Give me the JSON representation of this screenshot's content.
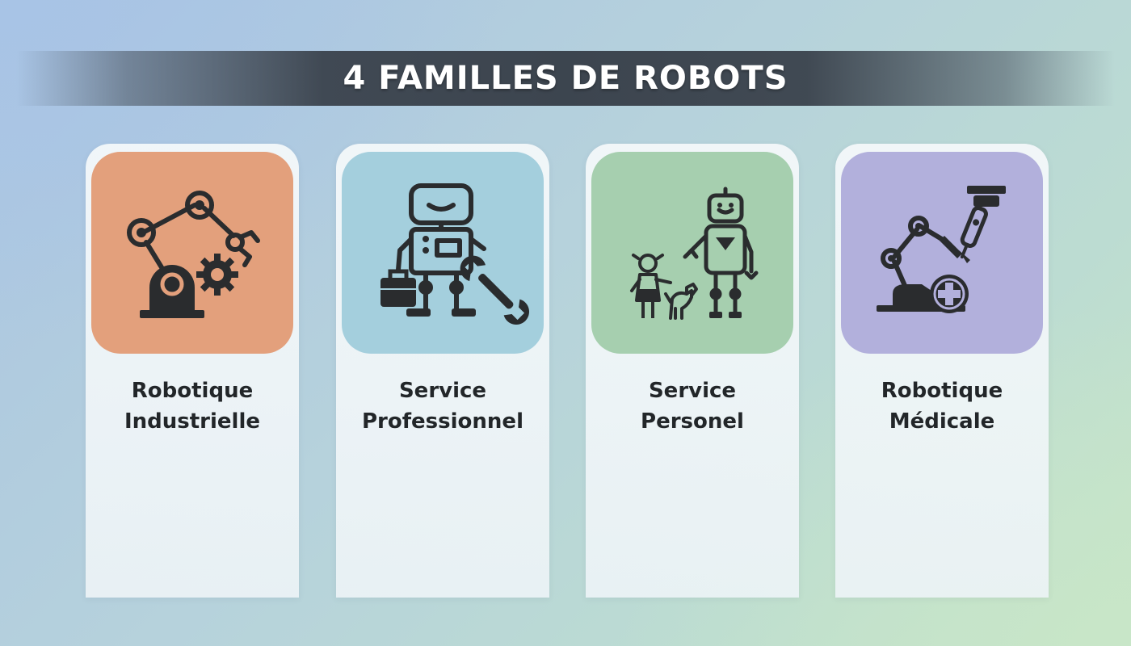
{
  "title": "4 FAMILLES DE ROBOTS",
  "cards": [
    {
      "line1": "Robotique",
      "line2": "Industrielle",
      "icon": "industrial-robot-arm-icon",
      "color": "#e3a07c"
    },
    {
      "line1": "Service",
      "line2": "Professionnel",
      "icon": "professional-service-robot-icon",
      "color": "#a4cfdd"
    },
    {
      "line1": "Service",
      "line2": "Personel",
      "icon": "personal-service-robot-icon",
      "color": "#a6cfaf"
    },
    {
      "line1": "Robotique",
      "line2": "Médicale",
      "icon": "medical-robot-icon",
      "color": "#b2b0dc"
    }
  ]
}
